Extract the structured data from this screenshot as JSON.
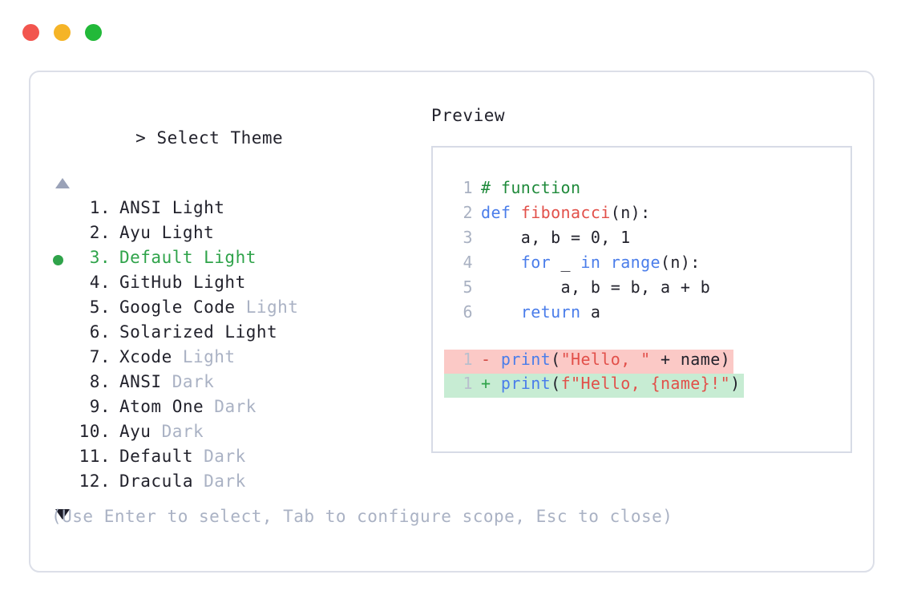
{
  "window": {
    "buttons": [
      {
        "name": "close",
        "color": "#f2554e"
      },
      {
        "name": "minimize",
        "color": "#f5b427"
      },
      {
        "name": "maximize",
        "color": "#22b939"
      }
    ]
  },
  "picker": {
    "caret": ">",
    "title": "Select Theme",
    "scroll_up_icon": "triangle-up",
    "scroll_down_icon": "triangle-down",
    "selected_index": 3,
    "selected_color": "#2fa34a",
    "items": [
      {
        "index": "1.",
        "name": "ANSI Light",
        "variant": "",
        "selected": false
      },
      {
        "index": "2.",
        "name": "Ayu Light",
        "variant": "",
        "selected": false
      },
      {
        "index": "3.",
        "name": "Default Light",
        "variant": "",
        "selected": true
      },
      {
        "index": "4.",
        "name": "GitHub Light",
        "variant": "",
        "selected": false
      },
      {
        "index": "5.",
        "name": "Google Code",
        "variant": "Light",
        "selected": false
      },
      {
        "index": "6.",
        "name": "Solarized Light",
        "variant": "",
        "selected": false
      },
      {
        "index": "7.",
        "name": "Xcode",
        "variant": "Light",
        "selected": false
      },
      {
        "index": "8.",
        "name": "ANSI",
        "variant": "Dark",
        "selected": false
      },
      {
        "index": "9.",
        "name": "Atom One",
        "variant": "Dark",
        "selected": false
      },
      {
        "index": "10.",
        "name": "Ayu",
        "variant": "Dark",
        "selected": false
      },
      {
        "index": "11.",
        "name": "Default",
        "variant": "Dark",
        "selected": false
      },
      {
        "index": "12.",
        "name": "Dracula",
        "variant": "Dark",
        "selected": false
      }
    ]
  },
  "preview": {
    "title": "Preview",
    "code_lines": [
      {
        "num": "1",
        "tokens": [
          {
            "t": "# function",
            "c": "comment"
          }
        ]
      },
      {
        "num": "2",
        "tokens": [
          {
            "t": "def ",
            "c": "keyword"
          },
          {
            "t": "fibonacci",
            "c": "func"
          },
          {
            "t": "(n):",
            "c": "plain"
          }
        ]
      },
      {
        "num": "3",
        "tokens": [
          {
            "t": "    a, b = 0, 1",
            "c": "plain"
          }
        ]
      },
      {
        "num": "4",
        "tokens": [
          {
            "t": "    ",
            "c": "plain"
          },
          {
            "t": "for",
            "c": "keyword"
          },
          {
            "t": " _ ",
            "c": "plain"
          },
          {
            "t": "in",
            "c": "keyword"
          },
          {
            "t": " ",
            "c": "plain"
          },
          {
            "t": "range",
            "c": "builtin"
          },
          {
            "t": "(n):",
            "c": "plain"
          }
        ]
      },
      {
        "num": "5",
        "tokens": [
          {
            "t": "        a, b = b, a + b",
            "c": "plain"
          }
        ]
      },
      {
        "num": "6",
        "tokens": [
          {
            "t": "    ",
            "c": "plain"
          },
          {
            "t": "return",
            "c": "keyword"
          },
          {
            "t": " a",
            "c": "plain"
          }
        ]
      }
    ],
    "diff_lines": [
      {
        "num": "1",
        "sign": "-",
        "kind": "del",
        "bg": "#fbc9c6",
        "tokens": [
          {
            "t": "print",
            "c": "builtin"
          },
          {
            "t": "(",
            "c": "plain"
          },
          {
            "t": "\"Hello, \"",
            "c": "string"
          },
          {
            "t": " + name)",
            "c": "plain"
          }
        ]
      },
      {
        "num": "1",
        "sign": "+",
        "kind": "add",
        "bg": "#c7ecd3",
        "tokens": [
          {
            "t": "print",
            "c": "builtin"
          },
          {
            "t": "(",
            "c": "plain"
          },
          {
            "t": "f\"Hello, {name}!\"",
            "c": "string"
          },
          {
            "t": ")",
            "c": "plain"
          }
        ]
      }
    ]
  },
  "hint": "(Use Enter to select, Tab to configure scope, Esc to close)"
}
